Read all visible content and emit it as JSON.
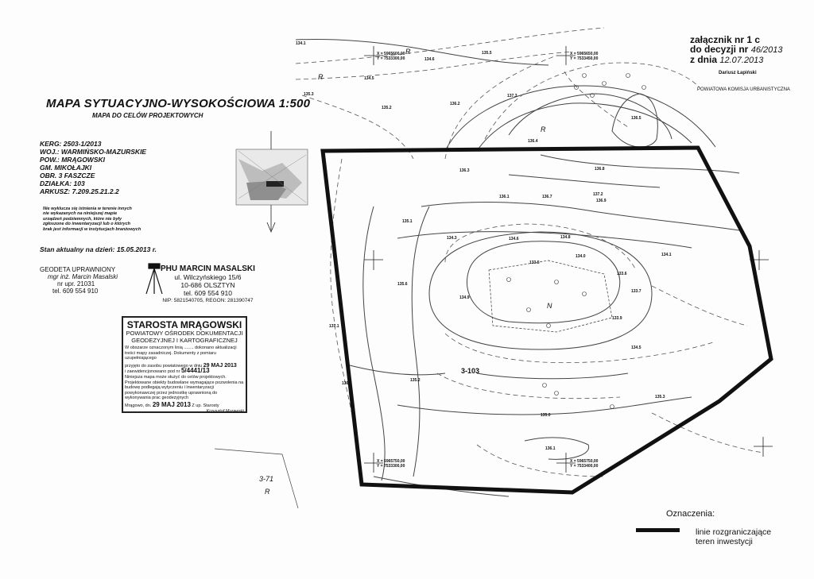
{
  "header": {
    "title": "MAPA SYTUACYJNO-WYSOKOŚCIOWA 1:500",
    "subtitle": "MAPA DO CELÓW PROJEKTOWYCH"
  },
  "info_lines": [
    "KERG: 2503-1/2013",
    "WOJ.: WARMIŃSKO-MAZURSKIE",
    "POW.: MRĄGOWSKI",
    "GM. MIKOŁAJKI",
    "OBR. 3 FASZCZE",
    "DZIAŁKA: 103",
    "ARKUSZ: 7.209.25.21.2.2"
  ],
  "note_lines": [
    "Nie wyklucza się istnienia w terenie innych",
    "nie wykazanych na niniejszej mapie",
    "urządzeń podziemnych, które nie były",
    "zgłoszone do inwentaryzacji lub o których",
    "brak jest informacji w instytucjach branżowych"
  ],
  "stan": "Stan aktualny na dzień: 15.05.2013 r.",
  "geodeta": {
    "role": "GEODETA UPRAWNIONY",
    "name": "mgr inż. Marcin Masalski",
    "license": "nr upr. 21031",
    "phone": "tel. 609 554 910"
  },
  "company": {
    "name": "PHU MARCIN MASALSKI",
    "street": "ul. Wilczyńskiego 15/6",
    "city": "10-686 OLSZTYN",
    "phone": "tel. 609 554 910",
    "ids": "NIP: 5821540705, REGON: 281390747"
  },
  "stamp": {
    "starosta": "STAROSTA MRĄGOWSKI",
    "office": "POWIATOWY OŚRODEK DOKUMENTACJI GEODEZYJNEJ I KARTOGRAFICZNEJ",
    "text1": "W obszarze oznaczonym linią ........ dokonano aktualizacji treści mapy zasadniczej. Dokumenty z pomiaru uzupełniającego",
    "text2": "przyjęto do zasobu powiatowego w dniu",
    "date1": "29 MAJ 2013",
    "text3": "i zaewidencjonowano pod nr",
    "number": "5/4441/13",
    "text4": "Niniejsza mapa może służyć do celów projektowych. Projektowane obiekty budowlane wymagające pozwolenia na budowę podlegają wytyczeniu i inwentaryzacji powykonawczej przez jednostkę uprawnioną do wykonywania prac geodezyjnych",
    "place": "Mrągowo, dn.",
    "date2": "29 MAJ 2013",
    "signer": "Krzysztof Murawski",
    "signer_role": "Z up. Starosty"
  },
  "annex": {
    "line1": "załącznik nr 1 c",
    "line2": "do decyzji nr",
    "line2_value": "46/2013",
    "line3": "z dnia",
    "line3_value": "12.07.2013",
    "signature": "Dariusz Łapiński"
  },
  "stamp2": {
    "office": "POWIATOWA KOMISJA URBANISTYCZNA"
  },
  "map_labels": {
    "parcel": "3-103",
    "parcel_north": "3-71",
    "region_r": "R",
    "region_n": "N"
  },
  "coords": [
    {
      "x": "X = 5965600,00",
      "y": "Y = 7533300,00"
    },
    {
      "x": "X = 5965650,00",
      "y": "Y = 7533450,00"
    },
    {
      "x": "X = 5965750,00",
      "y": "Y = 7533300,00"
    },
    {
      "x": "X = 5965750,00",
      "y": "Y = 7533400,00"
    }
  ],
  "elevations": [
    "134.1",
    "134.6",
    "135.5",
    "134.5",
    "135.3",
    "135.2",
    "136.2",
    "137.3",
    "136.3",
    "136.4",
    "136.5",
    "136.8",
    "136.9",
    "137.2",
    "136.7",
    "136.1",
    "135.1",
    "134.3",
    "134.8",
    "134.6",
    "134.0",
    "133.5",
    "133.6",
    "133.7",
    "133.9",
    "134.1",
    "134.5",
    "135.6",
    "137.1",
    "136.7",
    "135.2",
    "135.3",
    "135.0",
    "136.1",
    "134.9"
  ],
  "legend": {
    "title": "Oznaczenia:",
    "item": "linie rozgraniczające teren inwestycji"
  },
  "colors": {
    "boundary": "#111111",
    "ink": "#333333"
  }
}
